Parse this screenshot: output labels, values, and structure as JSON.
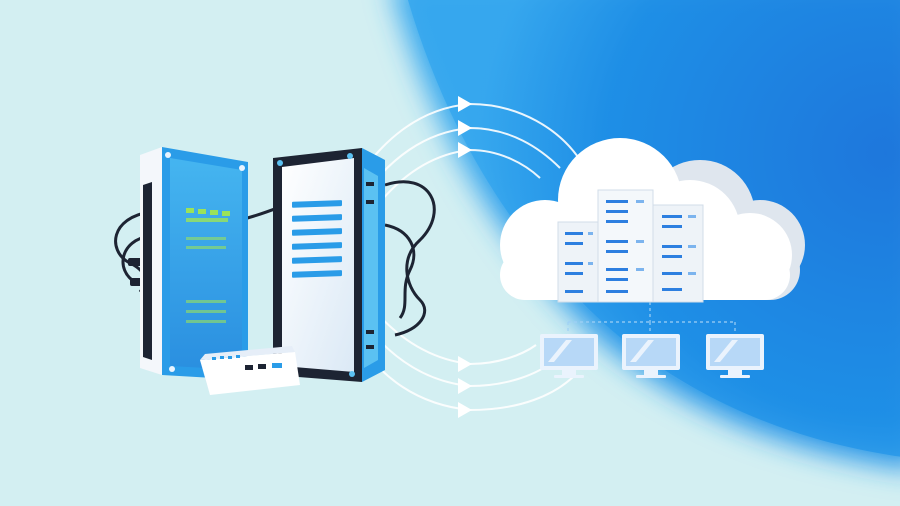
{
  "scene": {
    "subject": "on-premise-server-to-cloud-migration",
    "elements": [
      "server-rack-blue",
      "server-rack-open",
      "mini-server-unit",
      "signal-arcs",
      "cloud",
      "cloud-database-servers",
      "client-monitors"
    ]
  },
  "colors": {
    "bg_light": "#d3eff2",
    "bg_blue": "#1f8fe6",
    "bg_blue_deep": "#1a6fd6",
    "rack_blue": "#2a9ce8",
    "rack_blue_light": "#5bc1f2",
    "rack_dark": "#1d2433",
    "rack_white": "#f4f7fb",
    "led_green": "#9be35a",
    "cloud_white": "#ffffff",
    "cloud_shade": "#dfe6ee",
    "accent_blue": "#2d7fe0",
    "monitor_screen": "#b7d8f7"
  },
  "monitor_count": 3,
  "arc_count": 3
}
